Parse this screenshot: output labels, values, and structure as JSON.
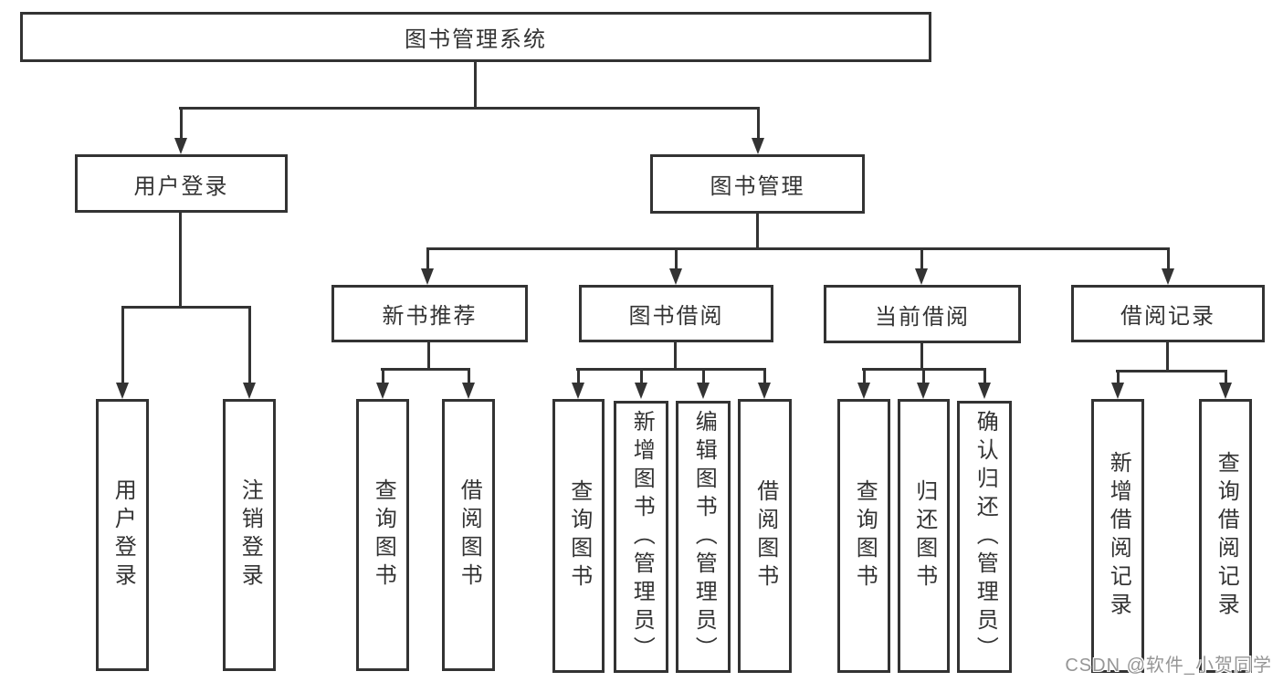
{
  "diagram": {
    "type": "hierarchy-tree",
    "tree": {
      "label": "图书管理系统",
      "children": [
        {
          "label": "用户登录",
          "children": [
            {
              "label": "用户登录"
            },
            {
              "label": "注销登录"
            }
          ]
        },
        {
          "label": "图书管理",
          "children": [
            {
              "label": "新书推荐",
              "children": [
                {
                  "label": "查询图书"
                },
                {
                  "label": "借阅图书"
                }
              ]
            },
            {
              "label": "图书借阅",
              "children": [
                {
                  "label": "查询图书"
                },
                {
                  "label": "新增图书（管理员）"
                },
                {
                  "label": "编辑图书（管理员）"
                },
                {
                  "label": "借阅图书"
                }
              ]
            },
            {
              "label": "当前借阅",
              "children": [
                {
                  "label": "查询图书"
                },
                {
                  "label": "归还图书"
                },
                {
                  "label": "确认归还（管理员）"
                }
              ]
            },
            {
              "label": "借阅记录",
              "children": [
                {
                  "label": "新增借阅记录"
                },
                {
                  "label": "查询借阅记录"
                }
              ]
            }
          ]
        }
      ]
    },
    "colors": {
      "line": "#333333",
      "text": "#333333",
      "box_background": "#ffffff",
      "page_background": "#ffffff",
      "watermark": "#969696"
    }
  },
  "watermark": {
    "text": "CSDN @软件_小贺同学"
  }
}
